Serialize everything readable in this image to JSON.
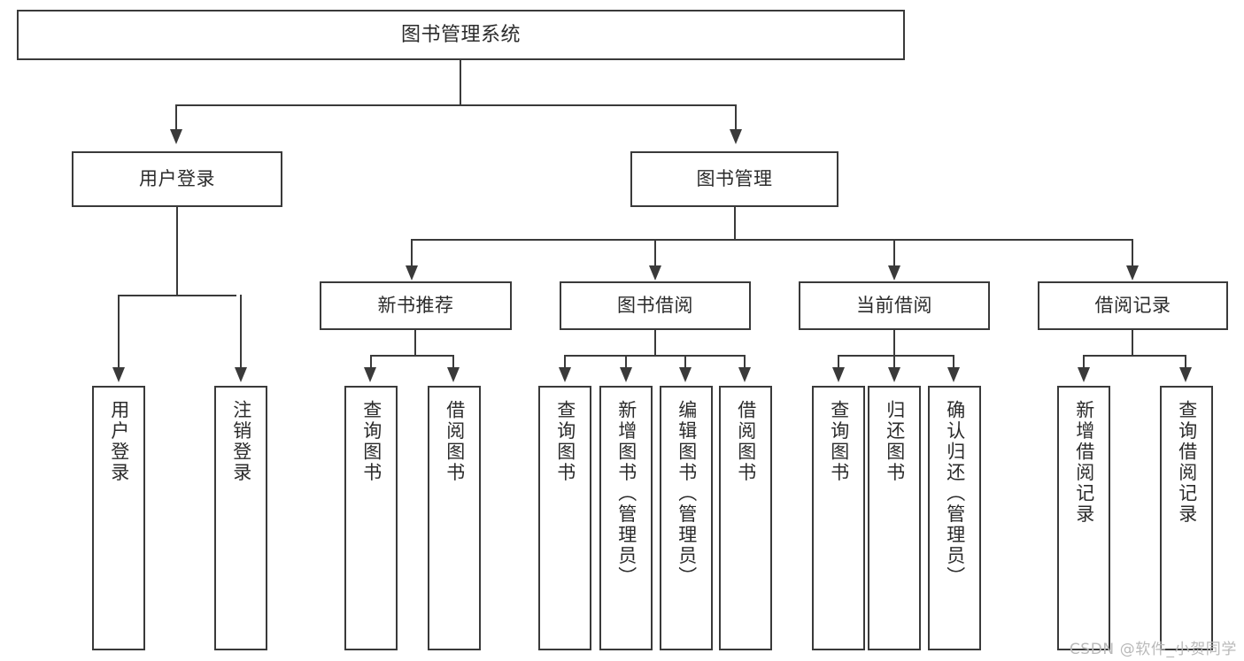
{
  "diagram": {
    "type": "tree-hierarchy",
    "title": "图书管理系统",
    "root": {
      "label": "图书管理系统",
      "children": [
        {
          "label": "用户登录",
          "children": [
            {
              "label": "用户登录"
            },
            {
              "label": "注销登录"
            }
          ]
        },
        {
          "label": "图书管理",
          "children": [
            {
              "label": "新书推荐",
              "children": [
                {
                  "label": "查询图书"
                },
                {
                  "label": "借阅图书"
                }
              ]
            },
            {
              "label": "图书借阅",
              "children": [
                {
                  "label": "查询图书"
                },
                {
                  "label": "新增图书（管理员）"
                },
                {
                  "label": "编辑图书（管理员）"
                },
                {
                  "label": "借阅图书"
                }
              ]
            },
            {
              "label": "当前借阅",
              "children": [
                {
                  "label": "查询图书"
                },
                {
                  "label": "归还图书"
                },
                {
                  "label": "确认归还（管理员）"
                }
              ]
            },
            {
              "label": "借阅记录",
              "children": [
                {
                  "label": "新增借阅记录"
                },
                {
                  "label": "查询借阅记录"
                }
              ]
            }
          ]
        }
      ]
    }
  },
  "watermark": {
    "text": "CSDN @软件_小贺同学"
  },
  "colors": {
    "stroke": "#3a3a3a",
    "text": "#2b2b2b",
    "background": "#ffffff",
    "watermark": "#b9b9b9"
  }
}
